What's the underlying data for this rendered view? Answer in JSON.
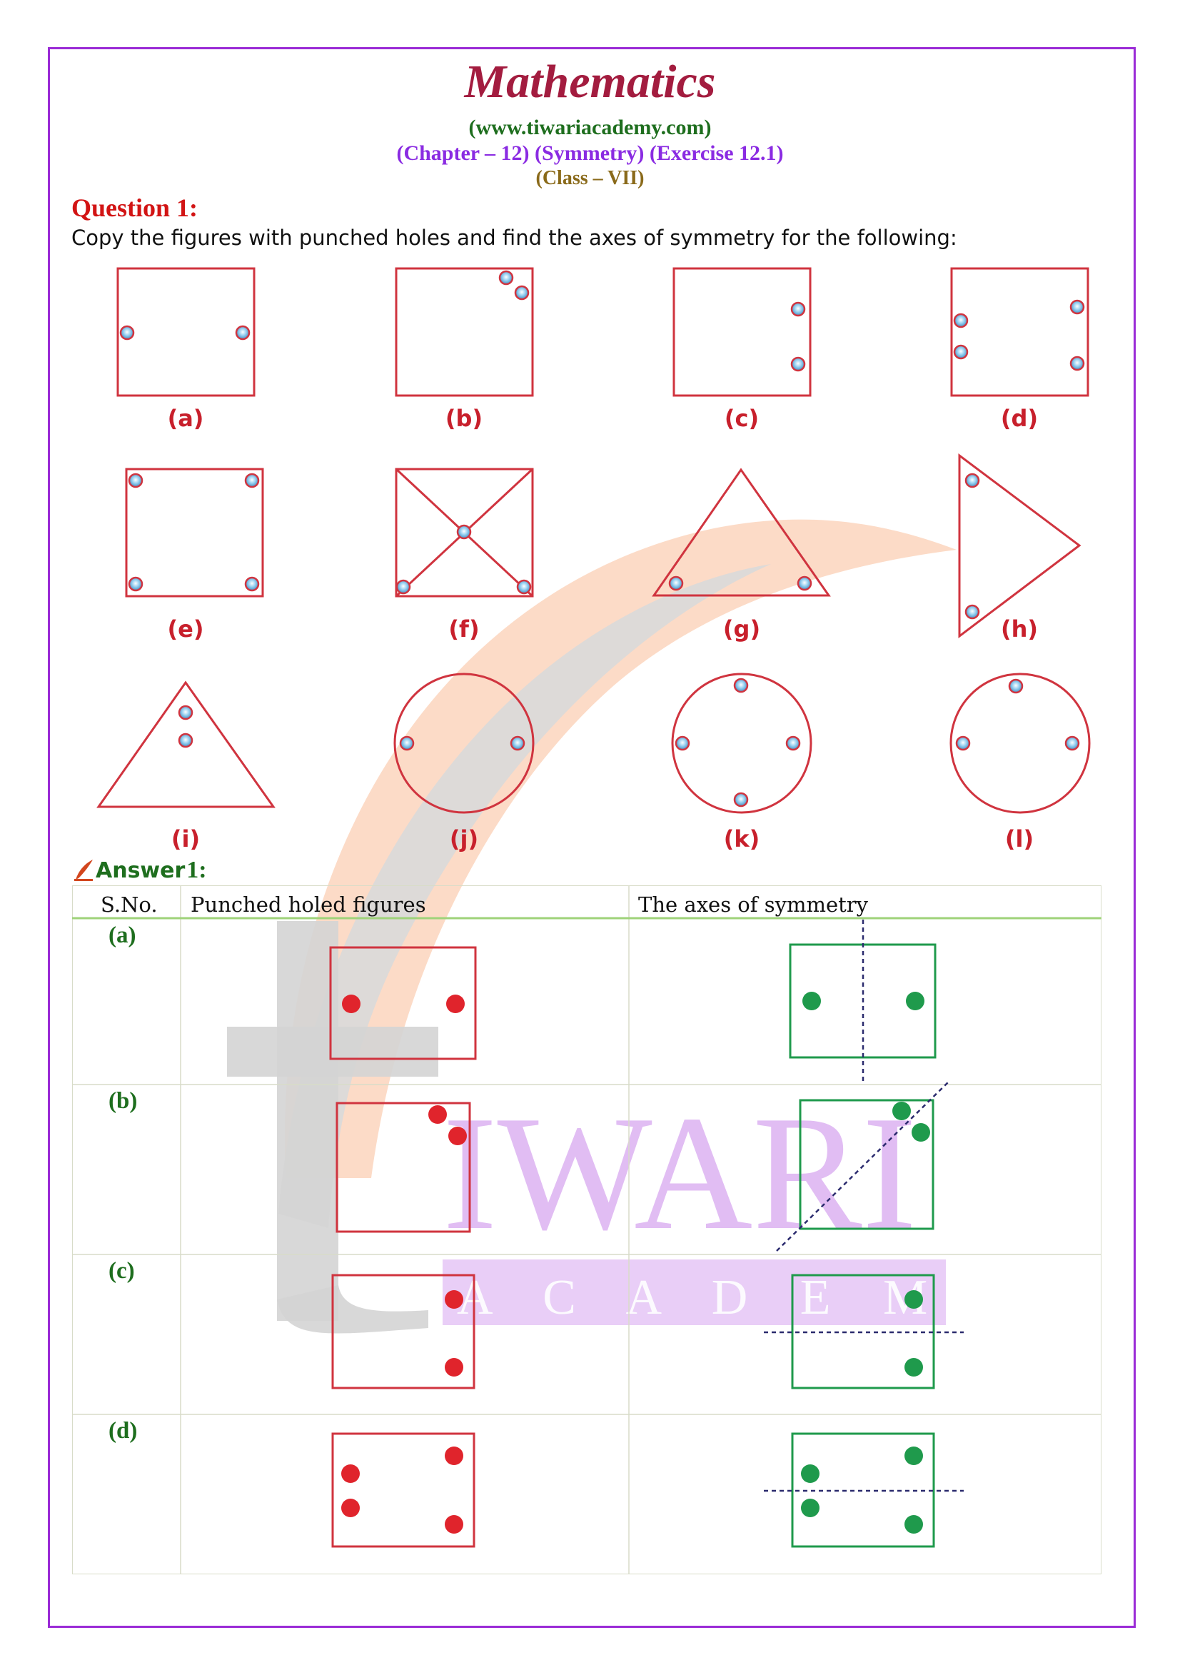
{
  "header": {
    "title": "Mathematics",
    "website": "(www.tiwariacademy.com)",
    "chapter": "(Chapter – 12) (Symmetry) (Exercise 12.1)",
    "class": "(Class – VII)"
  },
  "question": {
    "heading": "Question 1:",
    "text": "Copy the figures with punched holes and find the axes of symmetry for the following:"
  },
  "figures": {
    "labels": [
      "(a)",
      "(b)",
      "(c)",
      "(d)",
      "(e)",
      "(f)",
      "(g)",
      "(h)",
      "(i)",
      "(j)",
      "(k)",
      "(l)"
    ]
  },
  "answer": {
    "heading": "Answer",
    "number": "1:"
  },
  "table": {
    "headers": [
      "S.No.",
      "Punched holed figures",
      "The axes of symmetry"
    ],
    "rows": [
      {
        "sno": "(a)"
      },
      {
        "sno": "(b)"
      },
      {
        "sno": "(c)"
      },
      {
        "sno": "(d)"
      }
    ]
  },
  "watermark": {
    "brand_main": "IWARI",
    "brand_sub": "A C A D E M Y"
  },
  "colors": {
    "frame": "#9a2bd6",
    "figure_red": "#d0343f",
    "answer_green": "#1f9a4c",
    "axis_dash": "#2b2b6e"
  }
}
